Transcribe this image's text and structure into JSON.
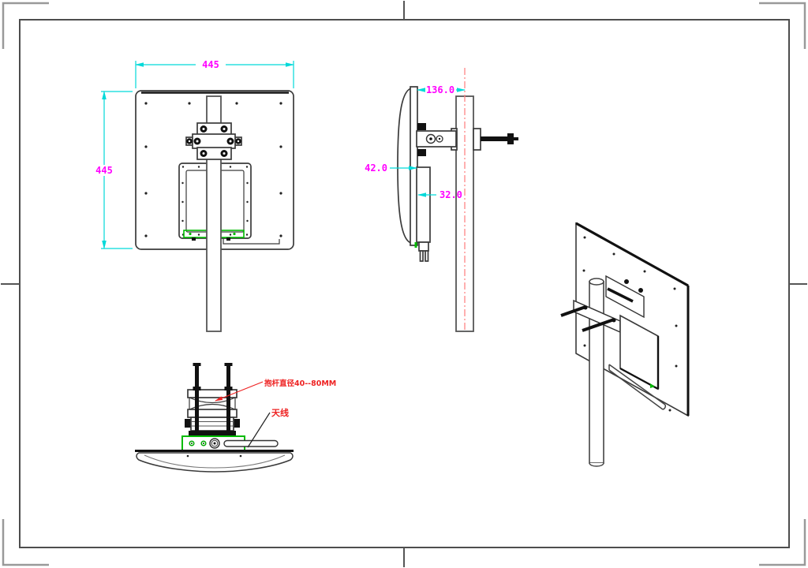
{
  "drawing": {
    "front_view": {
      "dim_width": "445",
      "dim_height": "445"
    },
    "side_view": {
      "dim_pole_offset": "136.0",
      "dim_depth": "42.0",
      "dim_box_thickness": "32.0"
    },
    "top_view": {
      "pole_label": "抱杆直径40--80MM",
      "antenna_label": "天线"
    },
    "colors": {
      "dimension_line": "#00d9d9",
      "dimension_text": "#ff00ff",
      "centerline": "#ff8585",
      "annotation_text": "#ee2222",
      "highlight_green": "#00bb00",
      "drawing_line": "#3a3a3a",
      "frame_outer": "#999999",
      "frame_inner": "#4d4d4d"
    }
  }
}
